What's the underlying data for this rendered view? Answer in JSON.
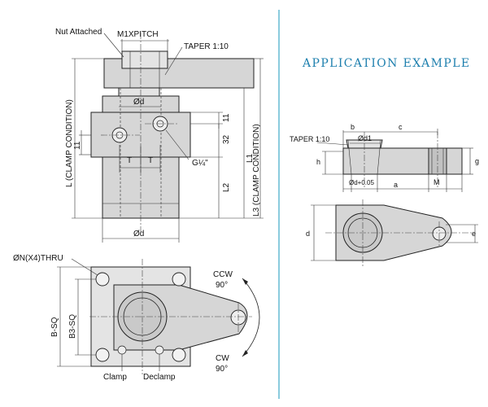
{
  "labels": {
    "nut_attached": "Nut Attached",
    "m1xpitch": "M1XPITCH",
    "taper_main": "TAPER 1:10",
    "od_top": "Ød",
    "dim_11_right": "11",
    "dim_32": "32",
    "dim_11_left": "11",
    "t_left": "T",
    "t_right": "T",
    "g_quarter": "G¼\"",
    "l2": "L2",
    "l1": "L1",
    "l_clamp": "L (CLAMP CONDITION)",
    "l3_clamp": "L3 (CLAMP CONDITION)",
    "od_bottom": "Ød",
    "on_thru": "ØN(X4)THRU",
    "b_sq": "B-SQ",
    "b3_sq": "B3-SQ",
    "ccw": "CCW",
    "ccw_deg": "90°",
    "cw": "CW",
    "cw_deg": "90°",
    "clamp": "Clamp",
    "declamp": "Declamp"
  },
  "application": {
    "title": "APPLICATION EXAMPLE",
    "taper": "TAPER 1:10",
    "b": "b",
    "c": "c",
    "od1": "Ød1",
    "h": "h",
    "g": "g",
    "od_tol": "Ød+0.05",
    "m": "M",
    "a": "a",
    "d": "d",
    "e": "e"
  },
  "colors": {
    "divider": "#3ea9c8",
    "heading": "#1d7fae",
    "part_fill": "#d6d6d6"
  }
}
